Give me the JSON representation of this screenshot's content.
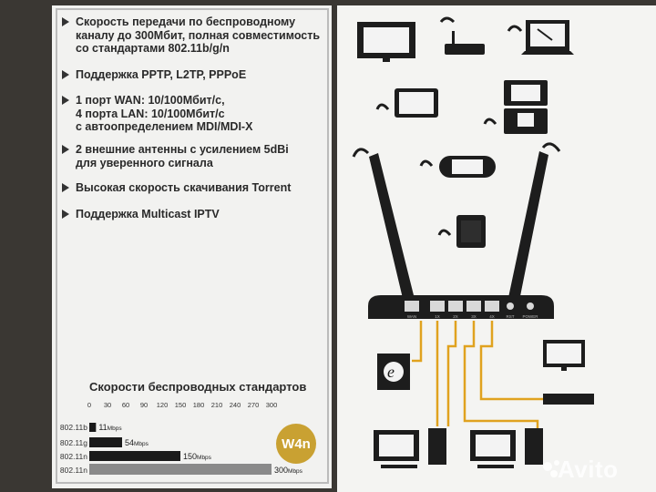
{
  "features": [
    {
      "text": "Скорость передачи по беспроводному\nканалу до 300Мбит, полная совместимость\nсо стандартами 802.11b/g/n"
    },
    {
      "text": "Поддержка PPTP, L2TP, PPPoE"
    },
    {
      "text": "1 порт WAN: 10/100Мбит/с,\n4 порта LAN: 10/100Мбит/с\nс автоопределением MDI/MDI-X"
    },
    {
      "text": "2 внешние антенны с усилением 5dBi\nдля уверенного сигнала"
    },
    {
      "text": "Высокая скорость скачивания Torrent"
    },
    {
      "text": "Поддержка Multicast IPTV"
    }
  ],
  "chart_data": {
    "type": "bar",
    "orientation": "horizontal",
    "title": "Скорости беспроводных стандартов",
    "categories": [
      "802.11b",
      "802.11g",
      "802.11n",
      "802.11n"
    ],
    "values": [
      11,
      54,
      150,
      300
    ],
    "value_labels": [
      "11",
      "54",
      "150",
      "300"
    ],
    "unit": "Mbps",
    "xlim": [
      0,
      300
    ],
    "ticks": [
      "0",
      "30",
      "60",
      "90",
      "120",
      "150",
      "180",
      "210",
      "240",
      "270",
      "300"
    ],
    "bar_colors": [
      "#1a1a1a",
      "#1a1a1a",
      "#1a1a1a",
      "#8a8a8a"
    ],
    "grid": false
  },
  "badge": {
    "text": "W4n",
    "color": "#c9a132"
  },
  "router_ports": [
    "WAN",
    "1X",
    "2X",
    "3X",
    "4X",
    "RST",
    "POWER"
  ],
  "cable_color": "#e0a21f",
  "watermark": "Avito"
}
